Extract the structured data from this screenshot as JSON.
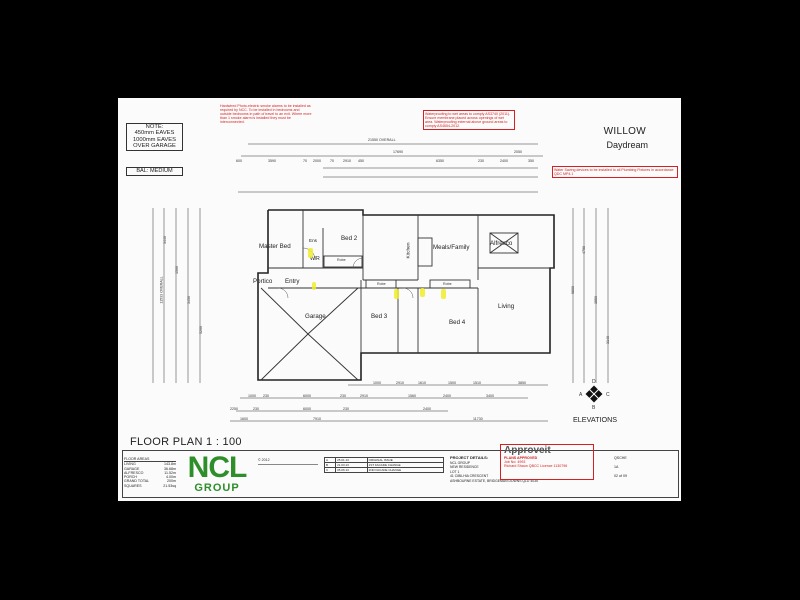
{
  "sheet": {
    "red_notes": {
      "smoke_alarm": "Hardwired Photo-electric smoke alarms to be installed as required by NCC. To be installed in bedrooms and outside bedrooms in path of travel to an exit. Where more than 1 smoke alarm is installed they must be interconnected.",
      "waterproofing": "Waterproofing to wet areas to comply AS3740 (2011). Ensure membrane placed across openings of wet area. Waterproofing external above ground areas to comply AS4654-2012.",
      "water_saving": "Water Saving devices to be installed to all Plumbing Fixtures in accordance QDC MP4.1"
    },
    "note_box": {
      "line1": "NOTE:",
      "line2": "450mm EAVES",
      "line3": "1000mm EAVES",
      "line4": "OVER GARAGE"
    },
    "bal": "BAL: MEDIUM",
    "title": "WILLOW",
    "subtitle": "Daydream",
    "floor_plan_title": "FLOOR PLAN 1 : 100",
    "elevations_label": "ELEVATIONS",
    "compass": {
      "n": "D",
      "w": "A",
      "e": "C",
      "s": "B"
    },
    "rooms": {
      "bed2": "Bed 2",
      "master_bed": "Master Bed",
      "wir": "W/R",
      "ens": "Ens",
      "kitchen": "Kitchen",
      "meals_family": "Meals/Family",
      "alfresco": "Alfresco",
      "portico": "Portico",
      "entry": "Entry",
      "garage": "Garage",
      "bed3": "Bed 3",
      "bed4": "Bed 4",
      "living": "Living",
      "robe": "Robe"
    },
    "dimensions": {
      "overall_top": "21550 OVERALL",
      "top_row1": [
        "17690",
        "2050"
      ],
      "top_row2": [
        "600",
        "3590",
        "70",
        "2000",
        "70",
        "2910",
        "450",
        "6350",
        "230",
        "2400",
        "350"
      ],
      "bottom_row1": [
        "1000",
        "2910",
        "70",
        "1610",
        "70",
        "1500",
        "70",
        "1510",
        "3850"
      ],
      "bottom_row2": [
        "1000",
        "230",
        "6000",
        "230",
        "2910",
        "70",
        "820",
        "10",
        "1560",
        "70",
        "2400",
        "3400"
      ],
      "bottom_row3": [
        "2250",
        "230",
        "6000",
        "230",
        "2400"
      ],
      "bottom_overall": [
        "1600",
        "7910",
        "11730"
      ],
      "left_col": [
        "11533 OVERALL",
        "3440",
        "1500",
        "3450",
        "5200"
      ],
      "right_col": [
        "9800",
        "4790",
        "3550",
        "3140"
      ]
    },
    "floor_areas": {
      "title": "FLOOR AREAS",
      "rows": [
        {
          "label": "LIVING",
          "value": "143.8m"
        },
        {
          "label": "GARAGE",
          "value": "36.68m"
        },
        {
          "label": "ALFRESCO",
          "value": "11.52m"
        },
        {
          "label": "PORCH",
          "value": "4.00m"
        },
        {
          "label": "GRAND TOTAL",
          "value": "200m"
        },
        {
          "label": "SQUARES",
          "value": "21.53sq"
        }
      ]
    },
    "logo": {
      "main": "NCL",
      "sub": "GROUP"
    },
    "copyright": "© 2012",
    "revisions": [
      {
        "rev": "A",
        "date": "25.01.13",
        "desc": "ORIGINAL ISSUE"
      },
      {
        "rev": "B",
        "date": "21.03.13",
        "desc": "1ST FACADE CHANGE"
      },
      {
        "rev": "C",
        "date": "05.06.13",
        "desc": "2ND FACADE CHANGE"
      }
    ],
    "project": {
      "heading": "PROJECT DETAILS:",
      "client": "NCL GROUP",
      "project": "NEW RESIDENCE",
      "lot": "LOT 1",
      "street": "41 CIBILHIA CRESCENT",
      "estate": "ASHBOURNE ESTATE, BRIDGEMAN DOWNS QLD 4035"
    },
    "stamp": {
      "brand": "Approveit",
      "line1": "PLANS APPROVED",
      "line2": "Job No: 4993",
      "line3": "Richard Shaun QBCC Licence 1130796"
    },
    "sheet_info": {
      "job": "QSCHE",
      "scale": "1A",
      "page": "02 of 09"
    }
  }
}
